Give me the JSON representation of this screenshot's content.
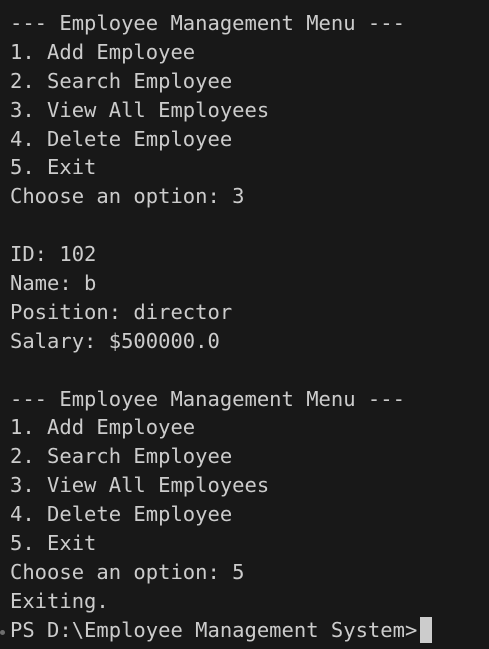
{
  "colors": {
    "background": "#181818",
    "foreground": "#cccccc",
    "cursor": "#cccccc",
    "marker": "#6e6e6e"
  },
  "terminal": {
    "lines": [
      "--- Employee Management Menu ---",
      "1. Add Employee",
      "2. Search Employee",
      "3. View All Employees",
      "4. Delete Employee",
      "5. Exit",
      "Choose an option: 3",
      "",
      "ID: 102",
      "Name: b",
      "Position: director",
      "Salary: $500000.0",
      "",
      "--- Employee Management Menu ---",
      "1. Add Employee",
      "2. Search Employee",
      "3. View All Employees",
      "4. Delete Employee",
      "5. Exit",
      "Choose an option: 5",
      "Exiting."
    ],
    "prompt": "PS D:\\Employee Management System>"
  }
}
